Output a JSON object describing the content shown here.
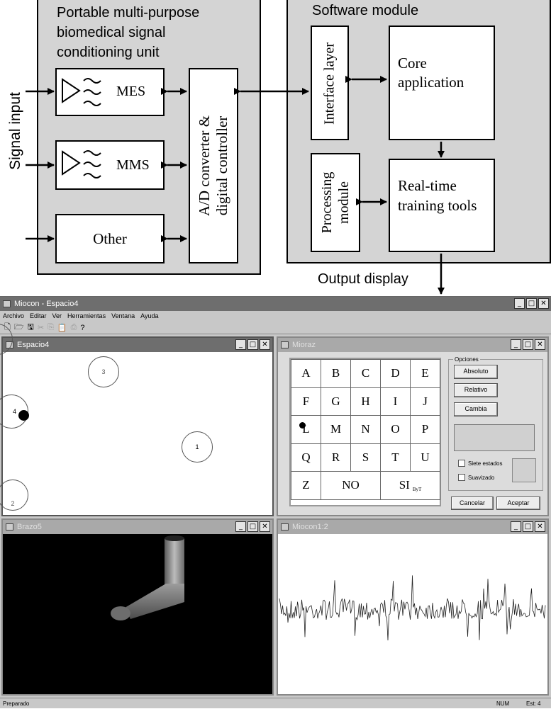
{
  "diagram": {
    "signal_input": "Signal input",
    "unit_title_lines": [
      "Portable multi-purpose",
      "biomedical signal",
      "conditioning unit"
    ],
    "channels": [
      "MES",
      "MMS",
      "Other"
    ],
    "adc_lines": [
      "A/D converter &",
      "digital controller"
    ],
    "software_title": "Software module",
    "interface_layer": "Interface layer",
    "core_lines": [
      "Core",
      "application"
    ],
    "processing_lines": [
      "Processing",
      "module"
    ],
    "realtime_lines": [
      "Real-time",
      "training tools"
    ],
    "output_display": "Output display"
  },
  "app": {
    "title": "Miocon - Espacio4",
    "menu": [
      "Archivo",
      "Editar",
      "Ver",
      "Herramientas",
      "Ventana",
      "Ayuda"
    ],
    "toolbar_icons": [
      "new-file-icon",
      "open-icon",
      "save-icon",
      "cut-icon",
      "copy-icon",
      "paste-icon",
      "print-icon",
      "help-icon"
    ],
    "windows": {
      "espacio": {
        "title": "Espacio4",
        "targets": [
          "3",
          "4",
          "1",
          "2"
        ]
      },
      "mioraz": {
        "title": "Mioraz",
        "grid": [
          [
            "A",
            "B",
            "C",
            "D",
            "E"
          ],
          [
            "F",
            "G",
            "H",
            "I",
            "J"
          ],
          [
            "L",
            "M",
            "N",
            "O",
            "P"
          ],
          [
            "Q",
            "R",
            "S",
            "T",
            "U"
          ]
        ],
        "last_row": [
          "Z",
          "NO",
          "SI"
        ],
        "si_tag": "ByT",
        "options_title": "Opciones",
        "buttons": [
          "Absoluto",
          "Relativo",
          "Cambia"
        ],
        "checks": [
          "Siete estados",
          "Suavizado"
        ],
        "cancel": "Cancelar",
        "accept": "Aceptar"
      },
      "brazo": {
        "title": "Brazo5"
      },
      "signal": {
        "title": "Miocon1:2"
      }
    },
    "status": {
      "text": "Preparado",
      "num": "NUM",
      "est": "Est: 4"
    }
  }
}
